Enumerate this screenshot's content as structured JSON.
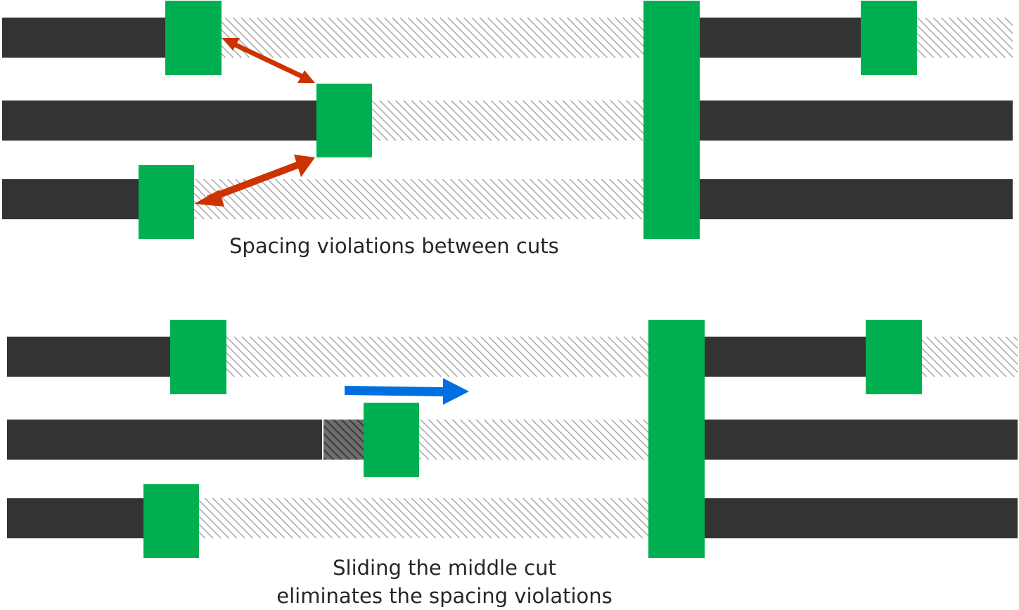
{
  "top_caption": "Spacing violations between cuts",
  "bottom_caption_line1": "Sliding the middle cut",
  "bottom_caption_line2": "eliminates the spacing violations",
  "colors": {
    "wire": "#333333",
    "cut": "#00b050",
    "hatch": "#a6a6a6",
    "violation_arrow": "#cc3300",
    "slide_arrow": "#0070e0"
  }
}
